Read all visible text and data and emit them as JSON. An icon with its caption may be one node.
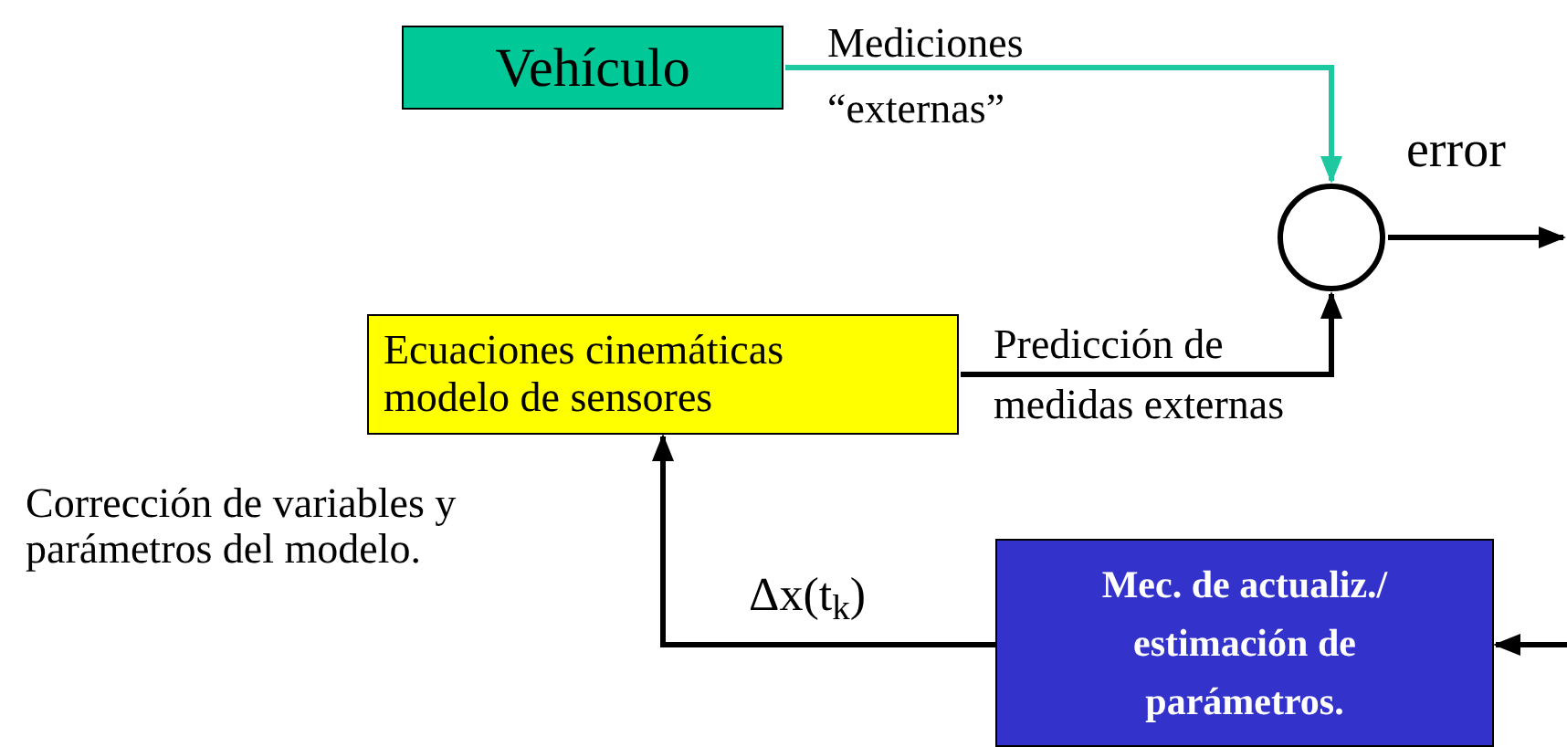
{
  "diagram": {
    "nodes": [
      {
        "text": [
          "Vehículo"
        ]
      },
      {
        "text": [],
        "shape": "circle"
      },
      {
        "text": [
          "Ecuaciones cinemáticas modelo de sensores"
        ]
      },
      {
        "text": [
          "Mec. de actualiz./ estimación de parámetros."
        ]
      }
    ],
    "edges": [
      {
        "from": 0,
        "to": 1,
        "arrow": "to",
        "label": "Mediciones “externas”",
        "color": "#1ec8a0"
      },
      {
        "from": 1,
        "to": null,
        "arrow": "to",
        "label": "error"
      },
      {
        "from": 2,
        "to": 1,
        "arrow": "to",
        "label": "Predicción de medidas externas"
      },
      {
        "from": 3,
        "to": 2,
        "arrow": "to",
        "label": "Δx(t$_{k}$)"
      },
      {
        "from": null,
        "to": 3,
        "arrow": "to"
      }
    ],
    "labels": [
      "Corrección de variables y parámetros del modelo."
    ]
  }
}
